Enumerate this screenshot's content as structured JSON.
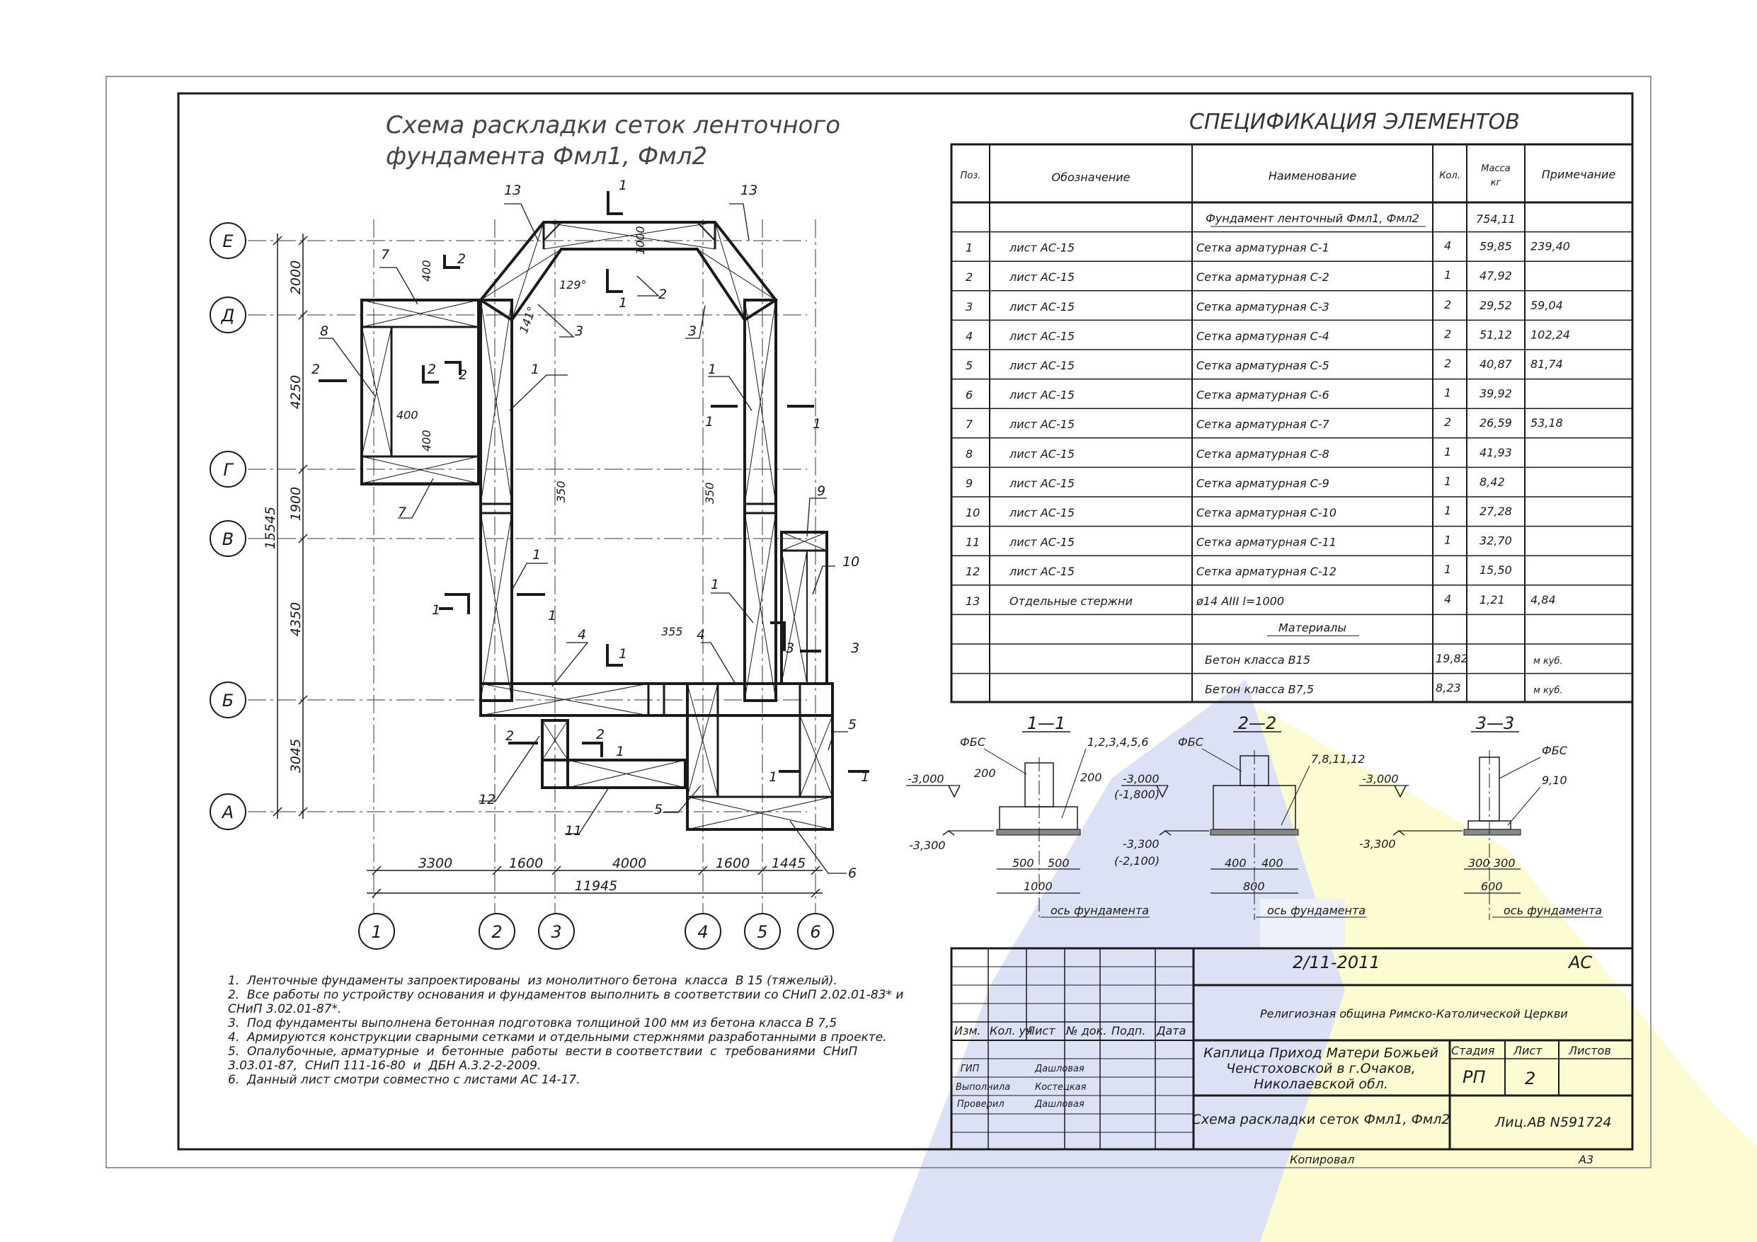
{
  "plan": {
    "title_line1": "Схема раскладки сеток ленточного",
    "title_line2": "фундамента Фмл1, Фмл2",
    "axes_letters": [
      "Е",
      "Д",
      "Г",
      "В",
      "Б",
      "А"
    ],
    "axes_numbers": [
      "1",
      "2",
      "3",
      "4",
      "5",
      "6"
    ],
    "dims_vertical": [
      "2000",
      "4250",
      "1900",
      "4350",
      "3045"
    ],
    "dim_vertical_total": "15545",
    "dims_horizontal": [
      "3300",
      "1600",
      "4000",
      "1600",
      "1445"
    ],
    "dim_horizontal_total": "11945",
    "local_dims": {
      "d400a": "400",
      "d400b": "400",
      "d400c": "400",
      "d1000": "1000",
      "d350a": "350",
      "d350b": "350",
      "d355": "355"
    },
    "angles": {
      "a129": "129°",
      "a141": "141°"
    },
    "callouts": {
      "c1": "1",
      "c2": "2",
      "c3": "3",
      "c4": "4",
      "c5": "5",
      "c6": "6",
      "c7": "7",
      "c8": "8",
      "c9": "9",
      "c10": "10",
      "c11": "11",
      "c12": "12",
      "c13": "13"
    }
  },
  "spec": {
    "title": "СПЕЦИФИКАЦИЯ ЭЛЕМЕНТОВ",
    "headers": {
      "pos": "Поз.",
      "oboz": "Обозначение",
      "name": "Наименование",
      "kol": "Кол.",
      "mass1": "Масса",
      "mass2": "кг",
      "prim": "Примечание"
    },
    "group_name": "Фундамент ленточный Фмл1, Фмл2",
    "group_mass": "754,11",
    "rows": [
      {
        "pos": "1",
        "oboz": "лист АС-15",
        "name": "Сетка арматурная С-1",
        "kol": "4",
        "mass": "59,85",
        "prim": "239,40"
      },
      {
        "pos": "2",
        "oboz": "лист АС-15",
        "name": "Сетка арматурная С-2",
        "kol": "1",
        "mass": "47,92",
        "prim": ""
      },
      {
        "pos": "3",
        "oboz": "лист АС-15",
        "name": "Сетка арматурная С-3",
        "kol": "2",
        "mass": "29,52",
        "prim": "59,04"
      },
      {
        "pos": "4",
        "oboz": "лист АС-15",
        "name": "Сетка арматурная С-4",
        "kol": "2",
        "mass": "51,12",
        "prim": "102,24"
      },
      {
        "pos": "5",
        "oboz": "лист АС-15",
        "name": "Сетка арматурная С-5",
        "kol": "2",
        "mass": "40,87",
        "prim": "81,74"
      },
      {
        "pos": "6",
        "oboz": "лист АС-15",
        "name": "Сетка арматурная С-6",
        "kol": "1",
        "mass": "39,92",
        "prim": ""
      },
      {
        "pos": "7",
        "oboz": "лист АС-15",
        "name": "Сетка арматурная С-7",
        "kol": "2",
        "mass": "26,59",
        "prim": "53,18"
      },
      {
        "pos": "8",
        "oboz": "лист АС-15",
        "name": "Сетка арматурная С-8",
        "kol": "1",
        "mass": "41,93",
        "prim": ""
      },
      {
        "pos": "9",
        "oboz": "лист АС-15",
        "name": "Сетка арматурная С-9",
        "kol": "1",
        "mass": "8,42",
        "prim": ""
      },
      {
        "pos": "10",
        "oboz": "лист АС-15",
        "name": "Сетка арматурная С-10",
        "kol": "1",
        "mass": "27,28",
        "prim": ""
      },
      {
        "pos": "11",
        "oboz": "лист АС-15",
        "name": "Сетка арматурная С-11",
        "kol": "1",
        "mass": "32,70",
        "prim": ""
      },
      {
        "pos": "12",
        "oboz": "лист АС-15",
        "name": "Сетка арматурная С-12",
        "kol": "1",
        "mass": "15,50",
        "prim": ""
      },
      {
        "pos": "13",
        "oboz": "Отдельные стержни",
        "name": "ø14 AIII   l=1000",
        "kol": "4",
        "mass": "1,21",
        "prim": "4,84"
      }
    ],
    "materials_label": "Материалы",
    "materials": [
      {
        "name": "Бетон класса В15",
        "kol": "19,82",
        "prim": "м куб."
      },
      {
        "name": "Бетон класса В7,5",
        "kol": "8,23",
        "prim": "м куб."
      }
    ]
  },
  "sections": {
    "s1": {
      "title": "1—1",
      "fbs": "ФБС",
      "marks": "1,2,3,4,5,6",
      "d200a": "200",
      "d200b": "200",
      "lvl1": "-3,000",
      "lvl2": "-3,300",
      "d500a": "500",
      "d500b": "500",
      "total": "1000",
      "axis": "ось фундамента"
    },
    "s2": {
      "title": "2—2",
      "fbs": "ФБС",
      "marks": "7,8,11,12",
      "lvl1": "-3,000",
      "lvl1b": "(-1,800)",
      "lvl2": "-3,300",
      "lvl2b": "(-2,100)",
      "d400a": "400",
      "d400b": "400",
      "total": "800",
      "axis": "ось фундамента"
    },
    "s3": {
      "title": "3—3",
      "fbs": "ФБС",
      "marks": "9,10",
      "lvl1": "-3,000",
      "lvl2": "-3,300",
      "d300a": "300",
      "d300b": "300",
      "total": "600",
      "axis": "ось фундамента"
    }
  },
  "notes": [
    "1.  Ленточные фундаменты запроектированы  из монолитного бетона  класса  В 15 (тяжелый).",
    "2.  Все работы по устройству основания и фундаментов выполнить в соответствии со СНиП 2.02.01-83* и",
    "СНиП 3.02.01-87*.",
    "3.  Под фундаменты выполнена бетонная подготовка толщиной 100 мм из бетона класса В 7,5",
    "4.  Армируются конструкции сварными сетками и отдельными стержнями разработанными в проекте.",
    "5.  Опалубочные, арматурные  и  бетонные  работы  вести в соответствии  с  требованиями  СНиП",
    "3.03.01-87,  СНиП 111-16-80  и  ДБН А.3.2-2-2009.",
    "6.  Данный лист смотри совместно с листами АС 14-17."
  ],
  "stamp": {
    "code": "2/11-2011",
    "mark": "АС",
    "org": "Религиозная община Римско-Католической Церкви",
    "object1": "Каплица Приход Матери Божьей",
    "object2": "Ченстоховской в г.Очаков,",
    "object3": "Николаевской обл.",
    "sheet_title": "Схема раскладки сеток Фмл1,  Фмл2",
    "license": "Лиц.АВ N591724",
    "h_izm": "Изм.",
    "h_kol": "Кол. уч",
    "h_list": "Лист",
    "h_doc": "№ док.",
    "h_podp": "Подп.",
    "h_data": "Дата",
    "stadia_label": "Стадия",
    "list_label": "Лист",
    "listov_label": "Листов",
    "stadia": "РП",
    "list": "2",
    "listov": "",
    "roles": [
      {
        "role": "ГИП",
        "name": "Дашловая"
      },
      {
        "role": "Выполнила",
        "name": "Костецкая"
      },
      {
        "role": "Проверил",
        "name": "Дашловая"
      }
    ],
    "kopiroval": "Копировал",
    "format": "А3"
  },
  "colors": {
    "ink": "#1a1a1a",
    "watermark_blue": "#dde1f6",
    "watermark_yellow": "#fdfbd2"
  }
}
